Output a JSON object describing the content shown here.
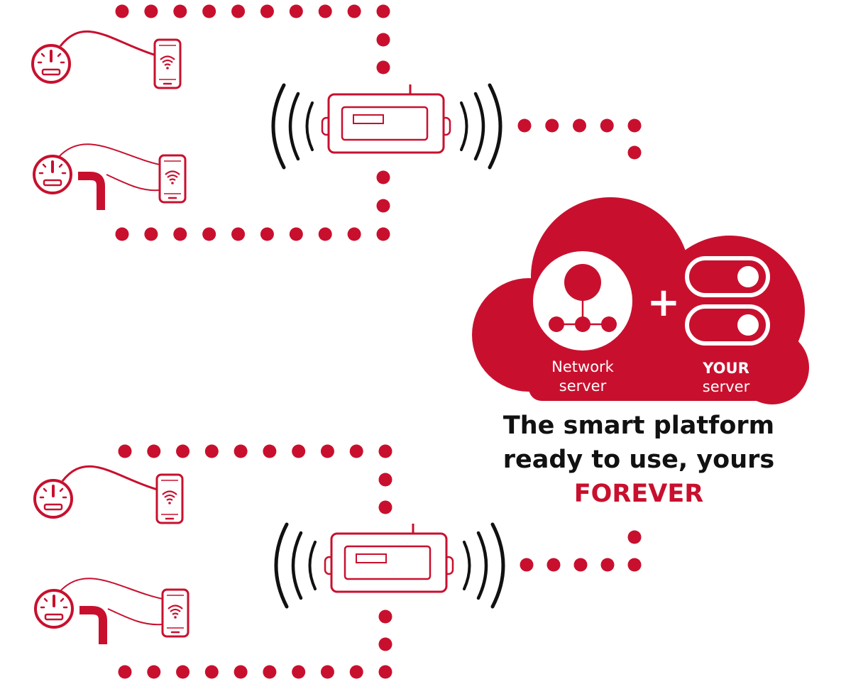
{
  "colors": {
    "accent": "#c8102e",
    "ink": "#111111",
    "background": "#ffffff",
    "cloud_fill": "#c8102e",
    "cloud_text": "#ffffff"
  },
  "cloud": {
    "network_server": {
      "line1": "Network",
      "line2": "server",
      "icon": "network-server-icon"
    },
    "plus": "+",
    "your_server": {
      "line1": "YOUR",
      "line2": "server",
      "icon": "toggle-switches-icon"
    }
  },
  "tagline": {
    "line1": "The smart platform",
    "line2": "ready to use, yours",
    "line3": "FOREVER"
  },
  "icons": {
    "meter": "meter-gauge-icon",
    "pipe_meter": "pipe-meter-icon",
    "phone": "smartphone-wifi-icon",
    "gateway": "radio-gateway-icon",
    "signal": "radio-waves-icon"
  }
}
